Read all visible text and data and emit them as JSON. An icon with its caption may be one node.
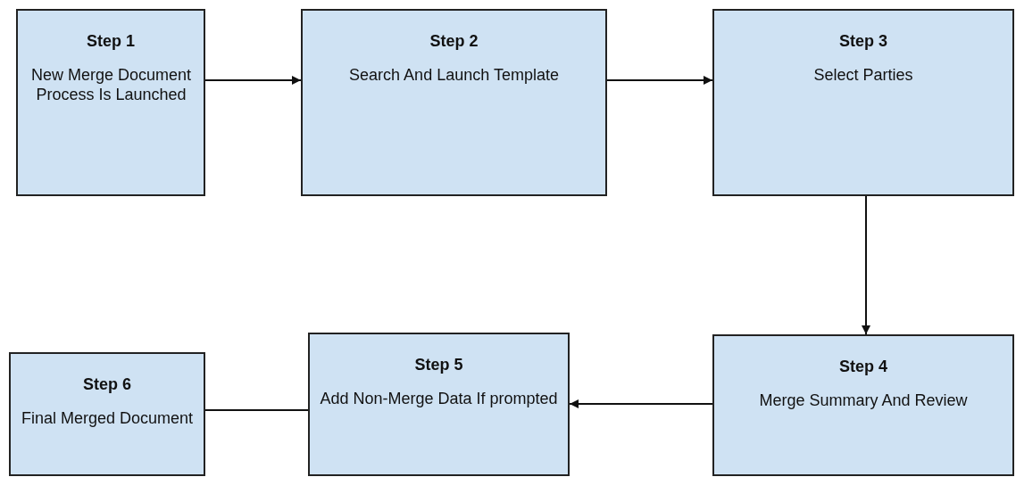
{
  "diagram": {
    "nodes": [
      {
        "text": [
          "Step 1",
          "New Merge Document Process Is Launched"
        ]
      },
      {
        "text": [
          "Step 2",
          "Search And Launch Template"
        ]
      },
      {
        "text": [
          "Step 3",
          "Select Parties"
        ]
      },
      {
        "text": [
          "Step 4",
          "Merge Summary And Review"
        ]
      },
      {
        "text": [
          "Step 5",
          "Add Non-Merge Data If prompted"
        ]
      },
      {
        "text": [
          "Step 6",
          "Final Merged Document"
        ]
      }
    ],
    "edges": [
      {
        "from": 0,
        "to": 1,
        "arrow": "to"
      },
      {
        "from": 1,
        "to": 2,
        "arrow": "to"
      },
      {
        "from": 2,
        "to": 3,
        "arrow": "to"
      },
      {
        "from": 3,
        "to": 4,
        "arrow": "to"
      },
      {
        "from": 4,
        "to": 5,
        "arrow": "none"
      }
    ]
  }
}
